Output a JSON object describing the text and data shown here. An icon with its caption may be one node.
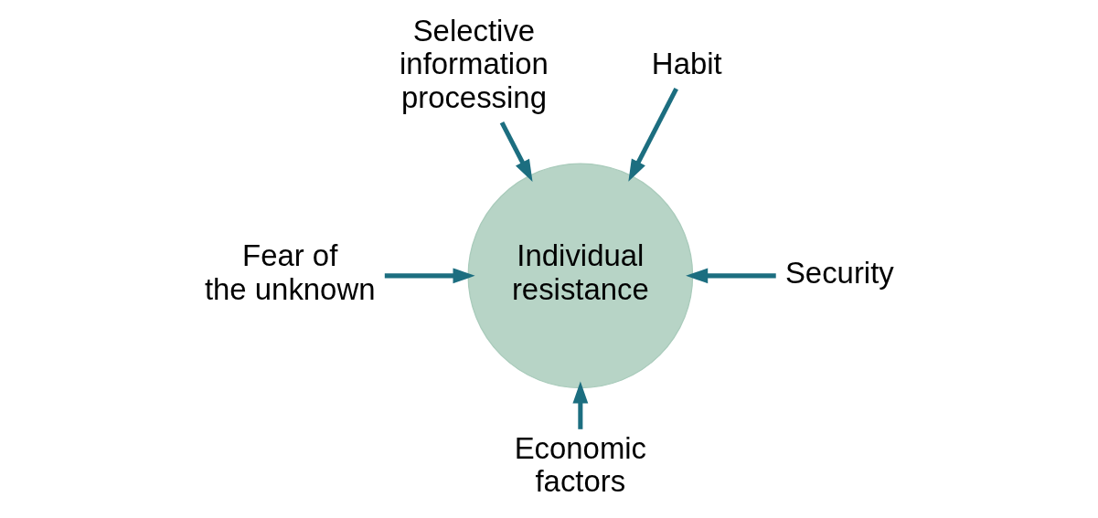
{
  "diagram": {
    "nodes": [
      {
        "text": [
          "Individual resistance"
        ]
      },
      {
        "text": [
          "Selective information processing"
        ]
      },
      {
        "text": [
          "Habit"
        ]
      },
      {
        "text": [
          "Fear of the unknown"
        ]
      },
      {
        "text": [
          "Security"
        ]
      },
      {
        "text": [
          "Economic factors"
        ]
      }
    ],
    "edges": [
      {
        "from": 1,
        "to": 0,
        "arrow": "to"
      },
      {
        "from": 2,
        "to": 0,
        "arrow": "to"
      },
      {
        "from": 3,
        "to": 0,
        "arrow": "to"
      },
      {
        "from": 4,
        "to": 0,
        "arrow": "to"
      },
      {
        "from": 5,
        "to": 0,
        "arrow": "to"
      }
    ]
  }
}
